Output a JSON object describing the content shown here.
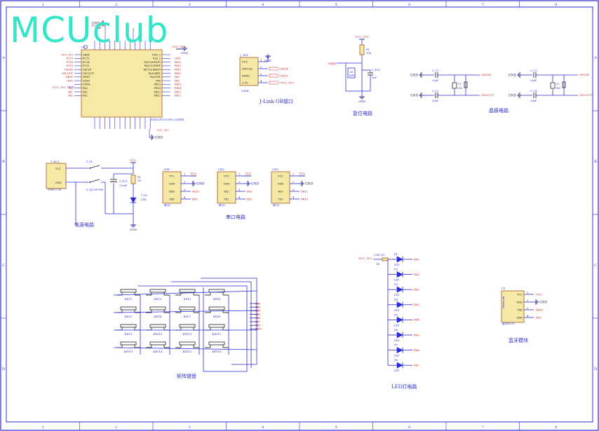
{
  "logo": "MCUclub",
  "grid": {
    "cols": [
      "1",
      "2",
      "3",
      "4",
      "5",
      "6",
      "7",
      "8"
    ],
    "rows": [
      "A",
      "B",
      "C",
      "D"
    ]
  },
  "labels": {
    "jlink": "J-Link OB接口",
    "reset": "复位电路",
    "crystal": "晶振电路",
    "power": "电源电路",
    "serial": "串口电路",
    "matrix": "矩阵键盘",
    "led": "LED灯电路",
    "bt": "蓝牙模块"
  },
  "mcu": {
    "ref": "U1",
    "part": "STM32F103C8T6_LQFP48",
    "left_pins": [
      "VBAT",
      "PC13",
      "PC14",
      "PC15",
      "OSCIN",
      "OSCOUT",
      "NRST",
      "VSSA",
      "VDDA",
      "PA0",
      "PA1",
      "PA2"
    ],
    "right_pins": [
      "VDD_2",
      "VSS_2",
      "PA13/SWDIO",
      "PA12/USBDP",
      "PA11/USBDM",
      "PA10/RX1",
      "PA9/TX1",
      "PA8",
      "PB15",
      "PB14",
      "PB13",
      "PB12"
    ],
    "left_nets": [
      "VCC_3V3",
      "PC13",
      "PC14",
      "PC15",
      "OSCIN",
      "OSCOUT",
      "NRST",
      "GND",
      "",
      "PA0",
      "PA1",
      "PA2"
    ],
    "right_nets": [
      "",
      "GND",
      "PA13",
      "PA12",
      "PA11",
      "PA10",
      "PA9",
      "PA8",
      "PB15",
      "PB14",
      "PB13",
      "PB12"
    ],
    "vcc": "VCC_3V3",
    "gnd": "GND"
  },
  "jlink": {
    "ref": "J_ID1",
    "sub": "LINK",
    "pins": [
      "VCC",
      "SWCLK",
      "SWIO",
      "3.3V"
    ],
    "nets": [
      "GND",
      "PA14",
      "PA13",
      "VCC_3V3"
    ]
  },
  "reset": {
    "vcc": "VCC_3V3",
    "res": "R1",
    "res_val": "10K",
    "key": "KEY",
    "ref": "K1",
    "cap": "C_EC1",
    "cap_val": "1uF",
    "net": "NRST",
    "gnd": "GND"
  },
  "crystal": {
    "y1": {
      "ref": "Y1",
      "val": "8M",
      "c1": "C_C1",
      "c2": "C_C2",
      "cval": "20pF",
      "net1": "OSCIN",
      "net2": "OSCOUT"
    },
    "y2": {
      "ref": "Y2",
      "val": "8M",
      "c1": "C_C3",
      "c2": "C_C4",
      "cval": "20pF",
      "net1": "OSCIN",
      "net2": "OSCOUT"
    }
  },
  "power": {
    "conn": "T_EC1",
    "conn_pins": [
      "VCC",
      "GND"
    ],
    "type": "TYPE-C-5P",
    "sw": "T_S1",
    "swname": "S_SJ1 DP-SS8",
    "vcc": "VCC",
    "gnd": "GND",
    "cap": "T_EC1",
    "cap_val": "220uF",
    "res": "R1",
    "res_val": "1K",
    "led": "T_D1",
    "led_val": "LED"
  },
  "serial": [
    {
      "ref": "CH1",
      "pins": [
        "VCC",
        "GND",
        "RXD",
        "TXD"
      ],
      "nets": [
        "VCC",
        "GND",
        "PA10",
        "PA9"
      ],
      "sub": "串口1"
    },
    {
      "ref": "CH2",
      "pins": [
        "VCC",
        "GND",
        "RX2",
        "TX2"
      ],
      "nets": [
        "VCC",
        "GND",
        "PA3",
        "PA2"
      ],
      "sub": "串口2"
    },
    {
      "ref": "CH3",
      "pins": [
        "VCC",
        "GND",
        "RX3",
        "TX3"
      ],
      "nets": [
        "VCC",
        "GND",
        "PB11",
        "PB10"
      ],
      "sub": "串口3"
    }
  ],
  "keys": [
    "KEY1",
    "KEY2",
    "KEY3",
    "KEY4",
    "KEY5",
    "KEY6",
    "KEY7",
    "KEY8",
    "KEY9",
    "KEY10",
    "KEY11",
    "KEY12",
    "KEY13",
    "KEY14",
    "KEY15",
    "KEY16"
  ],
  "key_nets": [
    "PB8",
    "PB9",
    "PB4",
    "PB5",
    "PB6",
    "PB7",
    "PB3",
    "PB10"
  ],
  "leds": {
    "vcc": "VCC_3V3",
    "res": "LED_R1",
    "res_val": "1K",
    "items": [
      {
        "ref": "D1",
        "net": "PA0"
      },
      {
        "ref": "D2",
        "net": "PA1"
      },
      {
        "ref": "D3",
        "net": "PA2"
      },
      {
        "ref": "D4",
        "net": "PA3"
      },
      {
        "ref": "D5",
        "net": "PA4"
      },
      {
        "ref": "D6",
        "net": "PA5"
      },
      {
        "ref": "D7",
        "net": "PA6"
      },
      {
        "ref": "D8",
        "net": "PA7"
      }
    ]
  },
  "bt": {
    "ref": "U1",
    "name": "Bluetooth",
    "sub": "蓝牙HC05",
    "pins": [
      "VCC",
      "GND",
      "TXD",
      "RXD"
    ],
    "nets": [
      "VCC",
      "GND",
      "PA10",
      "PA9"
    ]
  }
}
